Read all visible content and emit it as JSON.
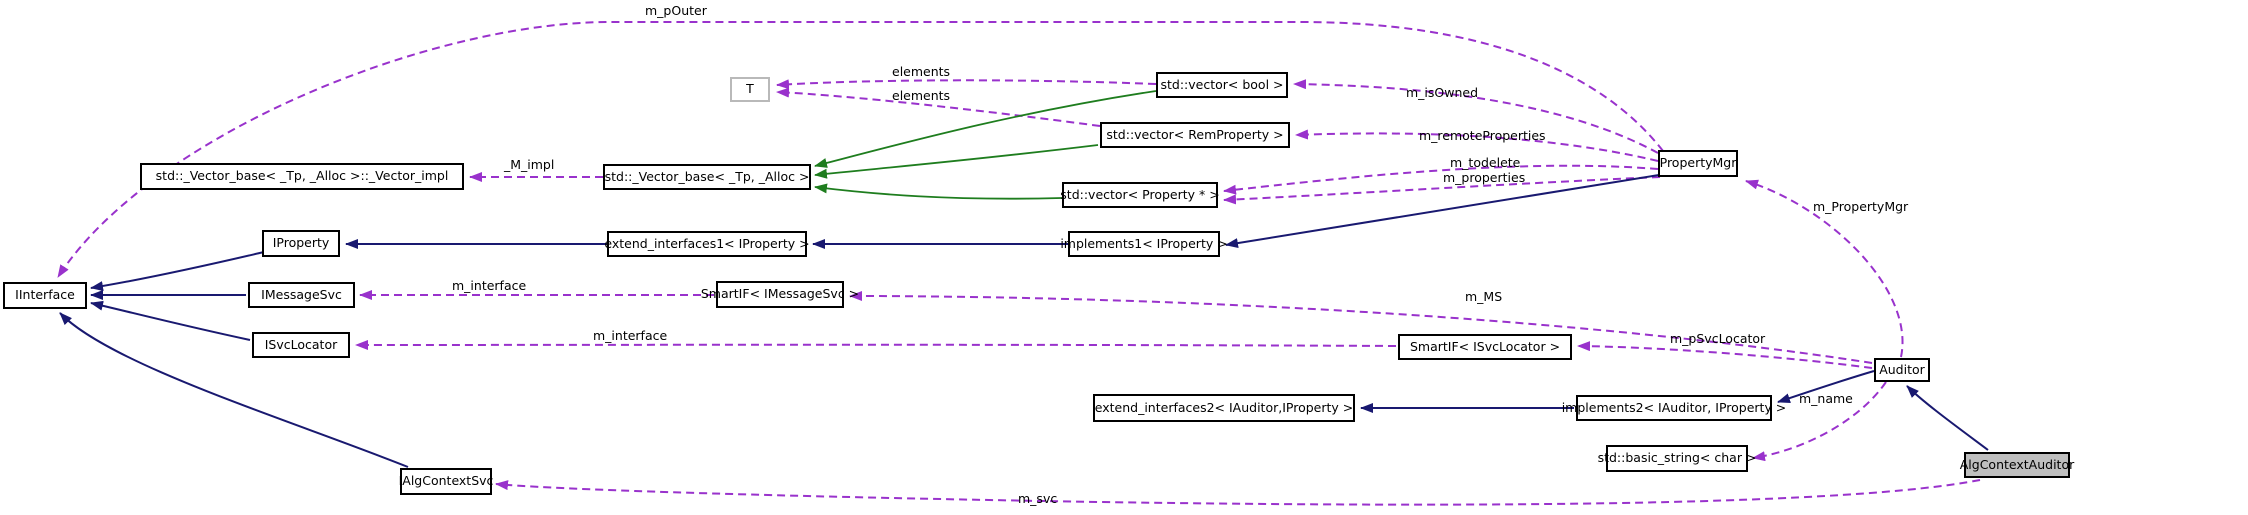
{
  "colors": {
    "usage_edge": "#9932cc",
    "inheritance_edge": "#191970",
    "green_inheritance_edge": "#1e7d1e",
    "node_border": "#000000",
    "node_background": "#ffffff",
    "highlight_node_background": "#bfbfbf",
    "template_param_border": "#b9b9b9"
  },
  "nodes": {
    "t": {
      "label": "T"
    },
    "vector_bool": {
      "label": "std::vector< bool >"
    },
    "vector_remproperty": {
      "label": "std::vector< RemProperty >"
    },
    "vector_property_ptr": {
      "label": "std::vector< Property * >"
    },
    "vector_base": {
      "label": "std::_Vector_base< _Tp, _Alloc >"
    },
    "vector_impl": {
      "label": "std::_Vector_base< _Tp, _Alloc >::_Vector_impl"
    },
    "iproperty": {
      "label": "IProperty"
    },
    "extend_interfaces1": {
      "label": "extend_interfaces1< IProperty >"
    },
    "implements1": {
      "label": "implements1< IProperty >"
    },
    "iinterface": {
      "label": "IInterface"
    },
    "imessagesvc": {
      "label": "IMessageSvc"
    },
    "smartif_imessagesvc": {
      "label": "SmartIF< IMessageSvc >"
    },
    "isvclocator": {
      "label": "ISvcLocator"
    },
    "smartif_isvclocator": {
      "label": "SmartIF< ISvcLocator >"
    },
    "propertymgr": {
      "label": "PropertyMgr"
    },
    "auditor": {
      "label": "Auditor"
    },
    "extend_interfaces2": {
      "label": "extend_interfaces2< IAuditor,IProperty >"
    },
    "implements2": {
      "label": "implements2< IAuditor, IProperty >"
    },
    "basic_string": {
      "label": "std::basic_string< char >"
    },
    "ialgcontextsvc": {
      "label": "IAlgContextSvc"
    },
    "algcontextauditor": {
      "label": "AlgContextAuditor"
    }
  },
  "edge_labels": {
    "m_pouter": "m_pOuter",
    "elements_bool": "elements",
    "elements_rem": "elements",
    "m_isowned": "m_isOwned",
    "m_remoteproperties": "m_remoteProperties",
    "m_todelete": "m_todelete",
    "m_properties": "m_properties",
    "m_impl": "_M_impl",
    "m_interface_ms": "m_interface",
    "m_interface_svc": "m_interface",
    "m_ms": "m_MS",
    "m_psvclocator": "m_pSvcLocator",
    "m_propertymgr": "m_PropertyMgr",
    "m_name": "m_name",
    "m_svc": "m_svc"
  },
  "edges": [
    {
      "from": "PropertyMgr",
      "to": "IInterface",
      "label": "m_pOuter",
      "type": "usage"
    },
    {
      "from": "std::vector< bool >",
      "to": "T",
      "label": "elements",
      "type": "usage"
    },
    {
      "from": "std::vector< RemProperty >",
      "to": "T",
      "label": "elements",
      "type": "usage"
    },
    {
      "from": "std::vector< bool >",
      "to": "std::_Vector_base< _Tp, _Alloc >",
      "type": "green-inheritance"
    },
    {
      "from": "std::vector< RemProperty >",
      "to": "std::_Vector_base< _Tp, _Alloc >",
      "type": "green-inheritance"
    },
    {
      "from": "std::vector< Property * >",
      "to": "std::_Vector_base< _Tp, _Alloc >",
      "type": "green-inheritance"
    },
    {
      "from": "std::_Vector_base< _Tp, _Alloc >",
      "to": "std::_Vector_base< _Tp, _Alloc >::_Vector_impl",
      "label": "_M_impl",
      "type": "usage"
    },
    {
      "from": "extend_interfaces1< IProperty >",
      "to": "IProperty",
      "type": "inheritance"
    },
    {
      "from": "implements1< IProperty >",
      "to": "extend_interfaces1< IProperty >",
      "type": "inheritance"
    },
    {
      "from": "PropertyMgr",
      "to": "implements1< IProperty >",
      "type": "inheritance"
    },
    {
      "from": "PropertyMgr",
      "to": "std::vector< bool >",
      "label": "m_isOwned",
      "type": "usage"
    },
    {
      "from": "PropertyMgr",
      "to": "std::vector< RemProperty >",
      "label": "m_remoteProperties",
      "type": "usage"
    },
    {
      "from": "PropertyMgr",
      "to": "std::vector< Property * >",
      "label": "m_todelete",
      "type": "usage"
    },
    {
      "from": "PropertyMgr",
      "to": "std::vector< Property * >",
      "label": "m_properties",
      "type": "usage"
    },
    {
      "from": "IProperty",
      "to": "IInterface",
      "type": "inheritance"
    },
    {
      "from": "IMessageSvc",
      "to": "IInterface",
      "type": "inheritance"
    },
    {
      "from": "ISvcLocator",
      "to": "IInterface",
      "type": "inheritance"
    },
    {
      "from": "IAlgContextSvc",
      "to": "IInterface",
      "type": "inheritance"
    },
    {
      "from": "SmartIF< IMessageSvc >",
      "to": "IMessageSvc",
      "label": "m_interface",
      "type": "usage"
    },
    {
      "from": "SmartIF< ISvcLocator >",
      "to": "ISvcLocator",
      "label": "m_interface",
      "type": "usage"
    },
    {
      "from": "Auditor",
      "to": "SmartIF< IMessageSvc >",
      "label": "m_MS",
      "type": "usage"
    },
    {
      "from": "Auditor",
      "to": "SmartIF< ISvcLocator >",
      "label": "m_pSvcLocator",
      "type": "usage"
    },
    {
      "from": "Auditor",
      "to": "PropertyMgr",
      "label": "m_PropertyMgr",
      "type": "usage"
    },
    {
      "from": "Auditor",
      "to": "std::basic_string< char >",
      "label": "m_name",
      "type": "usage"
    },
    {
      "from": "Auditor",
      "to": "implements2< IAuditor, IProperty >",
      "type": "inheritance"
    },
    {
      "from": "implements2< IAuditor, IProperty >",
      "to": "extend_interfaces2< IAuditor,IProperty >",
      "type": "inheritance"
    },
    {
      "from": "AlgContextAuditor",
      "to": "Auditor",
      "type": "inheritance"
    },
    {
      "from": "AlgContextAuditor",
      "to": "IAlgContextSvc",
      "label": "m_svc",
      "type": "usage"
    }
  ]
}
